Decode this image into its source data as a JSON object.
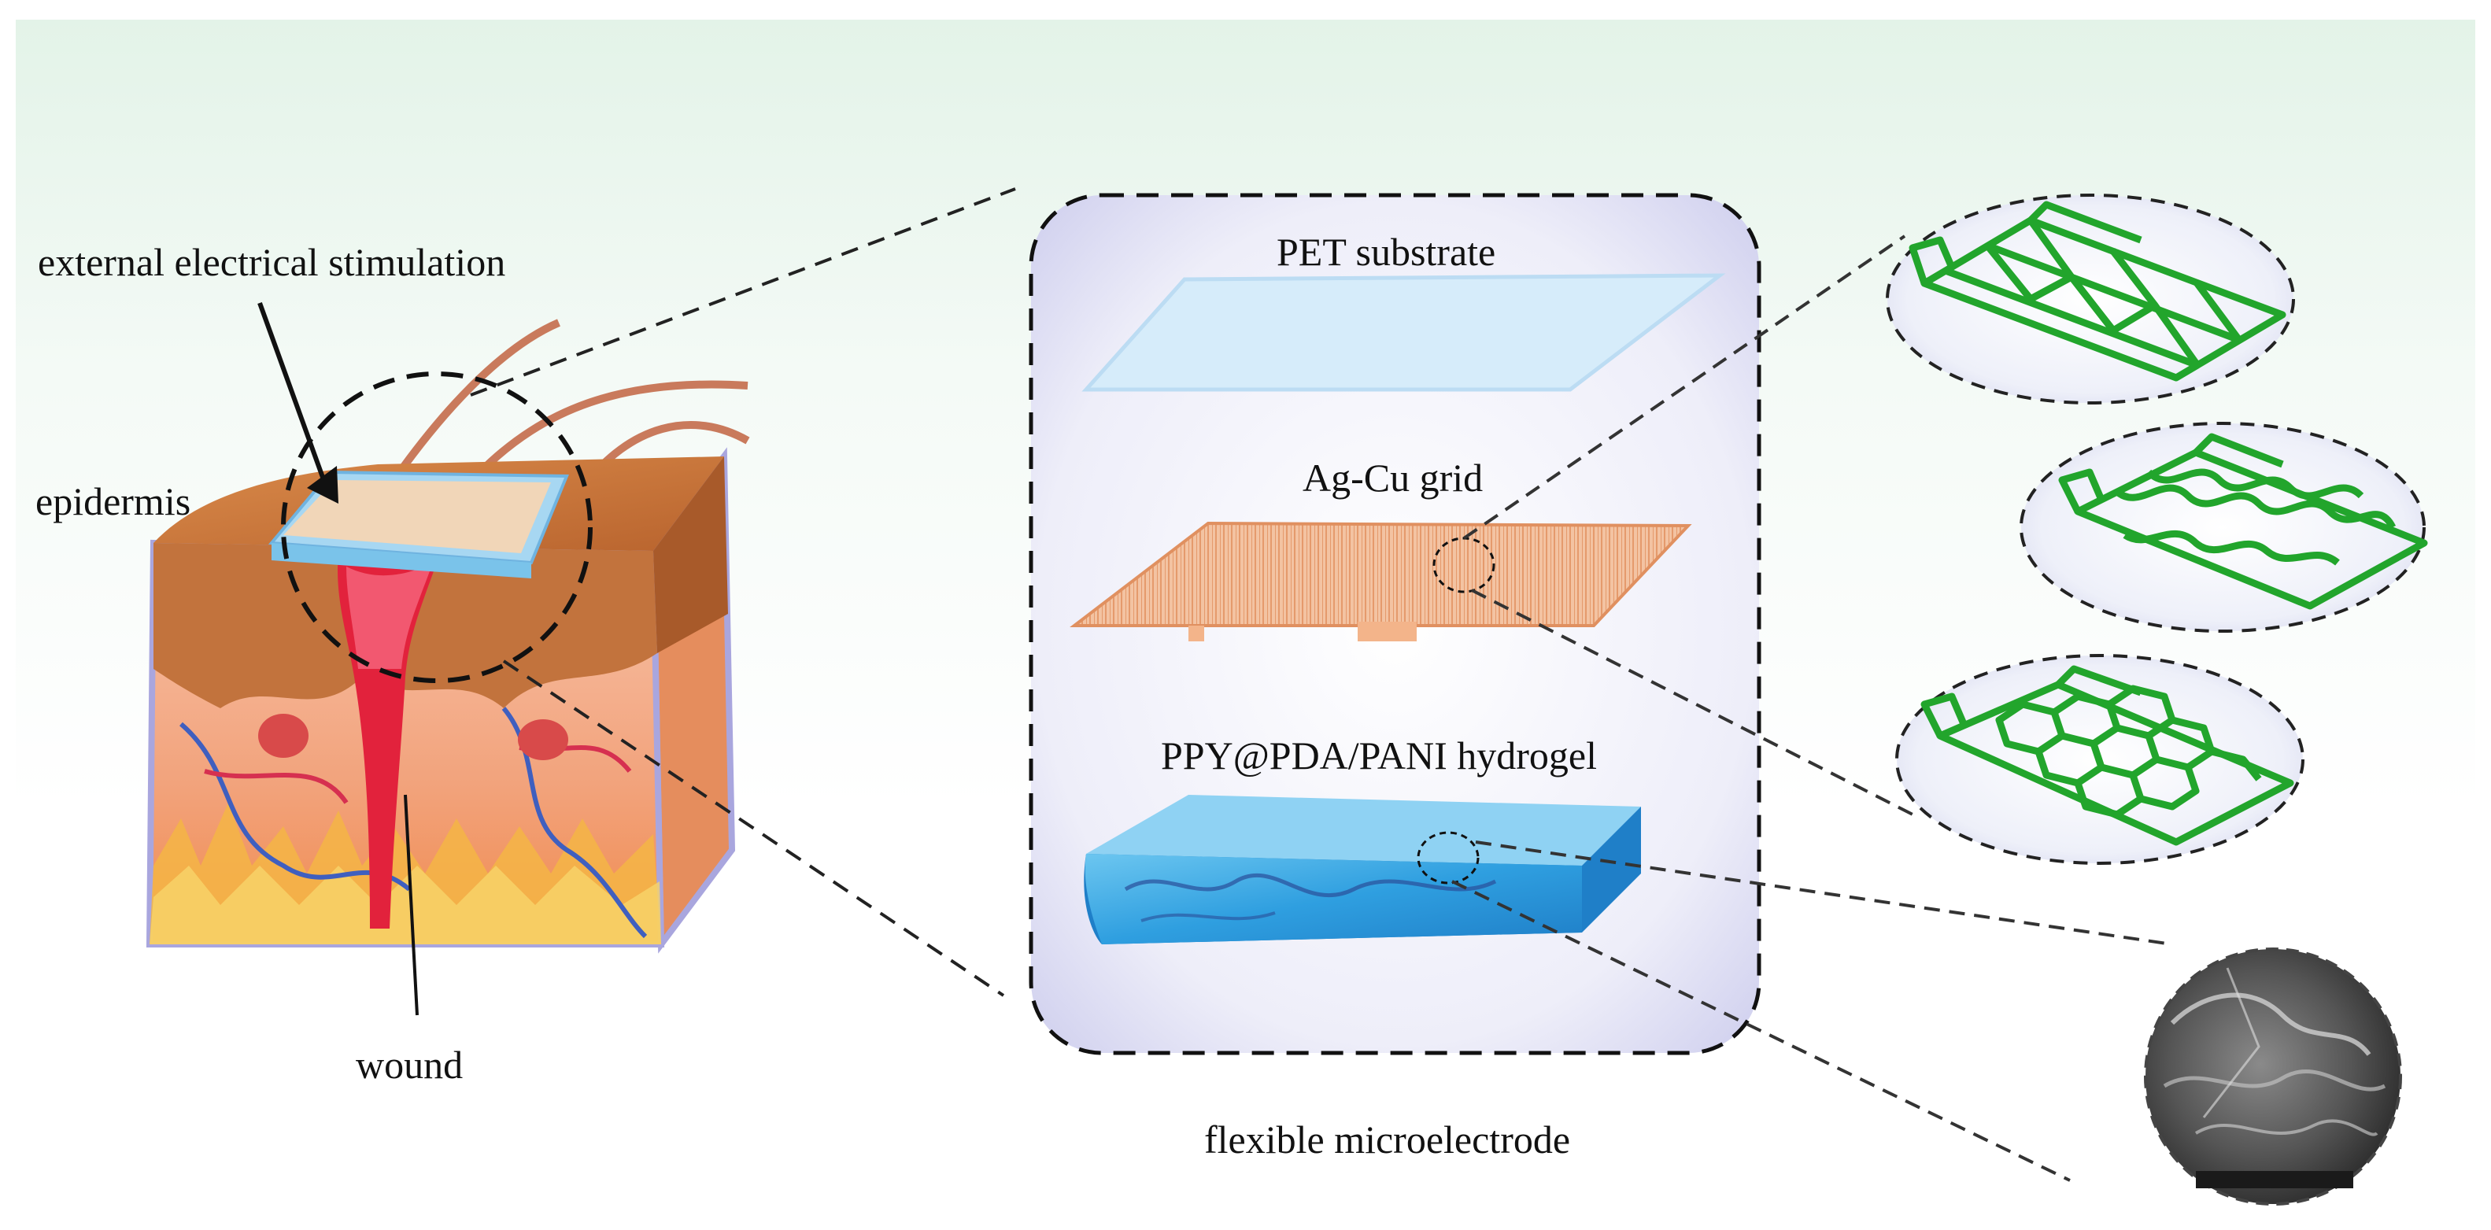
{
  "labels": {
    "external_stimulation": "external electrical stimulation",
    "epidermis": "epidermis",
    "wound": "wound",
    "pet_substrate": "PET substrate",
    "agcu_grid": "Ag-Cu grid",
    "hydrogel": "PPY@PDA/PANI hydrogel",
    "microelectrode": "flexible microelectrode"
  },
  "colors": {
    "background_top": "#e6f4ea",
    "skin_orange": "#d98a4a",
    "blood_red": "#e2223c",
    "pet_blue": "#cfe8f8",
    "grid_orange": "#f0b38a",
    "hydrogel_blue": "#3aa6e0",
    "circuit_green": "#22a52c",
    "panel_lavender": "#dcdcf2"
  },
  "icons": {
    "skin": "skin-cross-section-icon",
    "electrode_patch": "electrode-patch-icon",
    "serpentine_grid": "serpentine-grid-icon",
    "triangle_grid": "triangle-grid-icon",
    "hexagon_grid": "hexagon-grid-icon",
    "sem": "sem-micrograph-icon"
  }
}
